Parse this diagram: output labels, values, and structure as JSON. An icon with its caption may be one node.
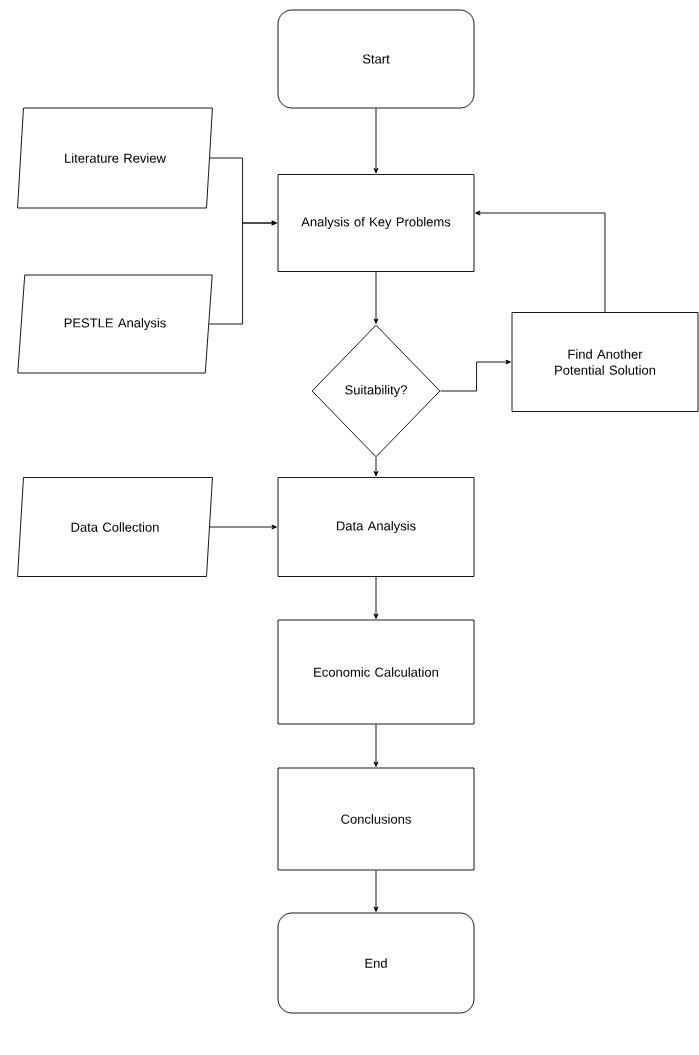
{
  "diagram": {
    "nodes": [
      {
        "text": [
          "Start"
        ]
      },
      {
        "text": [
          "Literature Review"
        ]
      },
      {
        "text": [
          "Analysis of Key Problems"
        ]
      },
      {
        "text": [
          "PESTLE Analysis"
        ]
      },
      {
        "text": [
          "Suitability?"
        ]
      },
      {
        "text": [
          "Find Another Potential Solution"
        ]
      },
      {
        "text": [
          "Data Collection"
        ]
      },
      {
        "text": [
          "Data Analysis"
        ]
      },
      {
        "text": [
          "Economic Calculation"
        ]
      },
      {
        "text": [
          "Conclusions"
        ]
      },
      {
        "text": [
          "End"
        ]
      }
    ],
    "edges": [
      {
        "from": 0,
        "to": 2,
        "arrow": "to"
      },
      {
        "from": 1,
        "to": 2,
        "arrow": "to"
      },
      {
        "from": 3,
        "to": 2,
        "arrow": "to"
      },
      {
        "from": 2,
        "to": 4,
        "arrow": "to"
      },
      {
        "from": 4,
        "to": 5,
        "arrow": "to"
      },
      {
        "from": 5,
        "to": 2,
        "arrow": "to"
      },
      {
        "from": 4,
        "to": 7,
        "arrow": "to"
      },
      {
        "from": 6,
        "to": 7,
        "arrow": "to"
      },
      {
        "from": 7,
        "to": 8,
        "arrow": "to"
      },
      {
        "from": 8,
        "to": 9,
        "arrow": "to"
      },
      {
        "from": 9,
        "to": 10,
        "arrow": "to"
      }
    ]
  }
}
